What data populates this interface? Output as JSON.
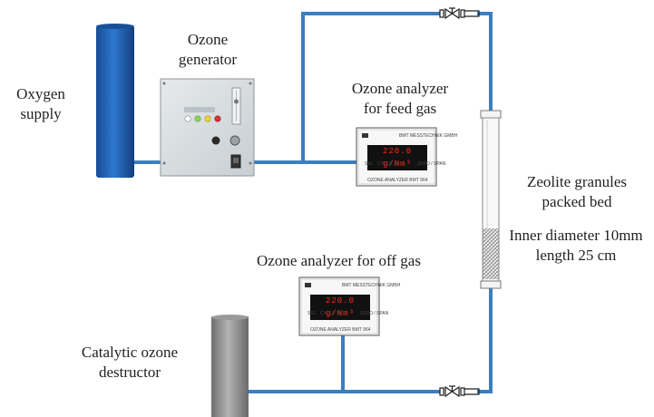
{
  "labels": {
    "oxygen": "Oxygen\nsupply",
    "generator": "Ozone\ngenerator",
    "feed_analyzer": "Ozone analyzer\nfor feed gas",
    "offgas_analyzer": "Ozone analyzer for off gas",
    "zeolite": "Zeolite granules\npacked bed",
    "dimensions": "Inner diameter 10mm\nlength 25 cm",
    "destructor": "Catalytic ozone\ndestructor"
  },
  "analyzer": {
    "display_value": "220.0 g/Nm³",
    "model": "OZONE ANALYZER BMT 964",
    "header_text": "BMT MESSTECHNIK GMBH",
    "button_labels": [
      "SEL",
      "CYCLE SET",
      "ZERO / SPAN"
    ]
  },
  "colors": {
    "pipe": "#3a7fc0",
    "cylinder": "#1f5fb0",
    "destructor": "#8e8e8e",
    "panel": "#d8dde0"
  }
}
